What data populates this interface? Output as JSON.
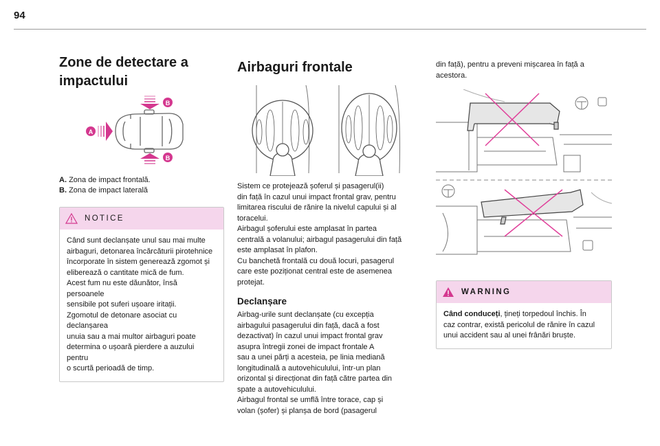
{
  "page": {
    "number": "94"
  },
  "col1": {
    "title": "Zone de detectare a impactului",
    "figure_labels": {
      "a": "A",
      "b": "B"
    },
    "legend": [
      {
        "key": "A.",
        "text": "Zona de impact frontală."
      },
      {
        "key": "B.",
        "text": "Zona de impact laterală"
      }
    ],
    "notice": {
      "title": "NOTICE",
      "lines": [
        "Când sunt declanșate unul sau mai multe",
        "airbaguri, detonarea încărcăturii pirotehnice",
        "încorporate în sistem generează zgomot și",
        "eliberează o cantitate mică de fum.",
        "Acest fum nu este dăunător, însă persoanele",
        "sensibile pot suferi ușoare iritații.",
        "Zgomotul de detonare asociat cu declanșarea",
        "unuia sau a mai multor airbaguri poate",
        "determina o ușoară pierdere a auzului pentru",
        "o scurtă perioadă de timp."
      ]
    }
  },
  "col2": {
    "title": "Airbaguri frontale",
    "intro_lines": [
      "Sistem ce protejează șoferul și pasagerul(ii)",
      "din față în cazul unui impact frontal grav, pentru",
      "limitarea riscului de rănire la nivelul capului și al",
      "toracelui.",
      "Airbagul șoferului este amplasat în partea",
      "centrală a volanului; airbagul pasagerului din față",
      "este amplasat în plafon.",
      "Cu banchetă frontală cu două locuri, pasagerul",
      "care este poziționat central este de asemenea",
      "protejat."
    ],
    "subtitle": "Declanșare",
    "trigger_lines": [
      "Airbag-urile sunt declanșate (cu excepția",
      "airbagului pasagerului din față, dacă a fost",
      "dezactivat) în cazul unui impact frontal grav",
      "asupra întregii zonei de impact frontale A",
      "sau a unei părți a acesteia, pe linia mediană",
      "longitudinală a autovehiculului, într-un plan",
      "orizontal și direcționat din față către partea din",
      "spate a autovehiculului.",
      "Airbagul frontal se umflă între torace, cap și",
      "volan (șofer) și planșa de bord (pasagerul"
    ]
  },
  "col3": {
    "continued_lines": [
      "din față), pentru a preveni mișcarea în față a",
      "acestora."
    ],
    "warning": {
      "title": "WARNING",
      "bold_lead": "Când conduceți",
      "first_rest": ", țineți torpedoul închis. În",
      "lines": [
        "caz contrar, există pericolul de rănire în cazul",
        "unui accident sau al unei frânări bruște."
      ]
    }
  },
  "colors": {
    "accent": "#d4388f",
    "box_header": "#f5d6ec",
    "rule": "#9a9a9a",
    "cross": "#e0409a"
  }
}
